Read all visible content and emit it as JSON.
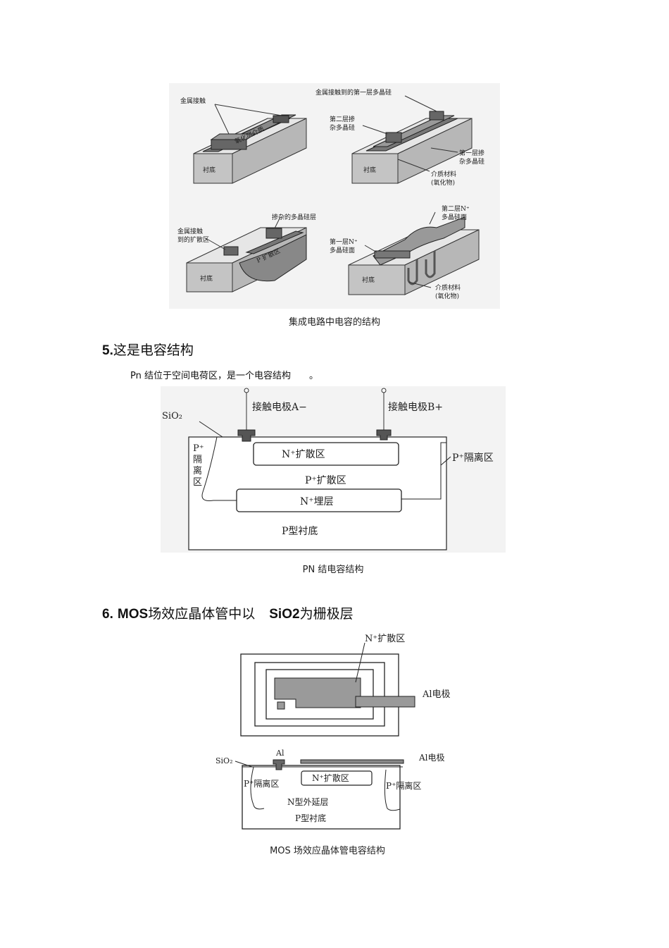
{
  "figure1": {
    "caption": "集成电路中电容的结构",
    "panel_a": {
      "metal_contact": "金属接触",
      "oxide": "氧化层介质",
      "substrate": "衬底"
    },
    "panel_b": {
      "contact_first_poly": "金属接触到的第一层多晶硅",
      "second_poly_line1": "第二层掺",
      "second_poly_line2": "杂多晶硅",
      "first_poly_line1": "第一层掺",
      "first_poly_line2": "杂多晶硅",
      "dielectric_line1": "介质材料",
      "dielectric_line2": "(氧化物)",
      "substrate": "衬底"
    },
    "panel_c": {
      "doped_poly": "掺杂的多晶硅层",
      "contact_line1": "金属接触",
      "contact_line2": "到的扩散区",
      "p_diffusion": "P 扩散区",
      "substrate": "衬底"
    },
    "panel_d": {
      "second_n_line1": "第二层N⁺",
      "second_n_line2": "多晶硅面",
      "first_n_line1": "第一层N⁺",
      "first_n_line2": "多晶硅面",
      "dielectric_line1": "介质材料",
      "dielectric_line2": "(氧化物)",
      "substrate": "衬底"
    }
  },
  "section5": {
    "number": "5.",
    "title": "这是电容结构",
    "description": "Pn 结位于空间电荷区，是一个电容结构",
    "description_tail": "。",
    "figure": {
      "caption": "PN 结电容结构",
      "sio2": "SiO₂",
      "electrode_a": "接触电极A−",
      "electrode_b": "接触电极B+",
      "p_iso_left_1": "P⁺",
      "p_iso_left_2": "隔",
      "p_iso_left_3": "离",
      "p_iso_left_4": "区",
      "n_diffusion": "N⁺扩散区",
      "p_iso_right": "P⁺隔离区",
      "p_diffusion": "P⁺扩散区",
      "n_buried": "N⁺埋层",
      "p_substrate": "P型衬底"
    }
  },
  "section6": {
    "number": "6.",
    "title_mos": "MOS",
    "title_mid": "场效应晶体管中以",
    "title_sio2": "SiO2",
    "title_end": "为栅极层",
    "figure": {
      "caption": "MOS 场效应晶体管电容结构",
      "n_diffusion_top": "N⁺扩散区",
      "al_electrode_top": "Al电极",
      "sio2": "SiO₂",
      "al": "Al",
      "al_electrode_side": "Al电极",
      "p_iso_left": "P⁺隔离区",
      "n_diffusion": "N⁺扩散区",
      "p_iso_right": "P⁺隔离区",
      "n_epi": "N型外延层",
      "p_substrate": "P型衬底"
    }
  }
}
